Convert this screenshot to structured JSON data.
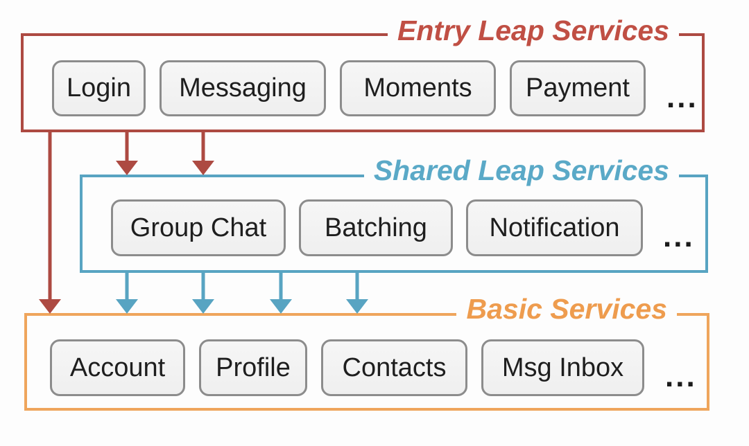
{
  "page": {
    "background_color": "#fdfdfd",
    "text_color": "#1e1e1e"
  },
  "diagram": {
    "layers": [
      {
        "name": "entry-leap-services",
        "title": "Entry Leap Services",
        "accent_color": "#ad4a42",
        "title_color": "#c04f44",
        "items": [
          {
            "label": "Login"
          },
          {
            "label": "Messaging"
          },
          {
            "label": "Moments"
          },
          {
            "label": "Payment"
          }
        ],
        "ellipsis": "..."
      },
      {
        "name": "shared-leap-services",
        "title": "Shared Leap Services",
        "accent_color": "#58a4c2",
        "title_color": "#5aa9c7",
        "items": [
          {
            "label": "Group Chat"
          },
          {
            "label": "Batching"
          },
          {
            "label": "Notification"
          }
        ],
        "ellipsis": "..."
      },
      {
        "name": "basic-services",
        "title": "Basic Services",
        "accent_color": "#efa55c",
        "title_color": "#ee9c4e",
        "items": [
          {
            "label": "Account"
          },
          {
            "label": "Profile"
          },
          {
            "label": "Contacts"
          },
          {
            "label": "Msg Inbox"
          }
        ],
        "ellipsis": "..."
      }
    ],
    "item_box_style": {
      "fill": "#f2f2f2",
      "border": "#8c8c8c",
      "text": "#1e1e1e"
    },
    "connections": [
      {
        "from": "entry-leap-services",
        "to": "basic-services",
        "color": "#ad4a42",
        "arrows": 1
      },
      {
        "from": "entry-leap-services",
        "to": "shared-leap-services",
        "color": "#ad4a42",
        "arrows": 2
      },
      {
        "from": "shared-leap-services",
        "to": "basic-services",
        "color": "#58a4c2",
        "arrows": 4
      }
    ]
  }
}
